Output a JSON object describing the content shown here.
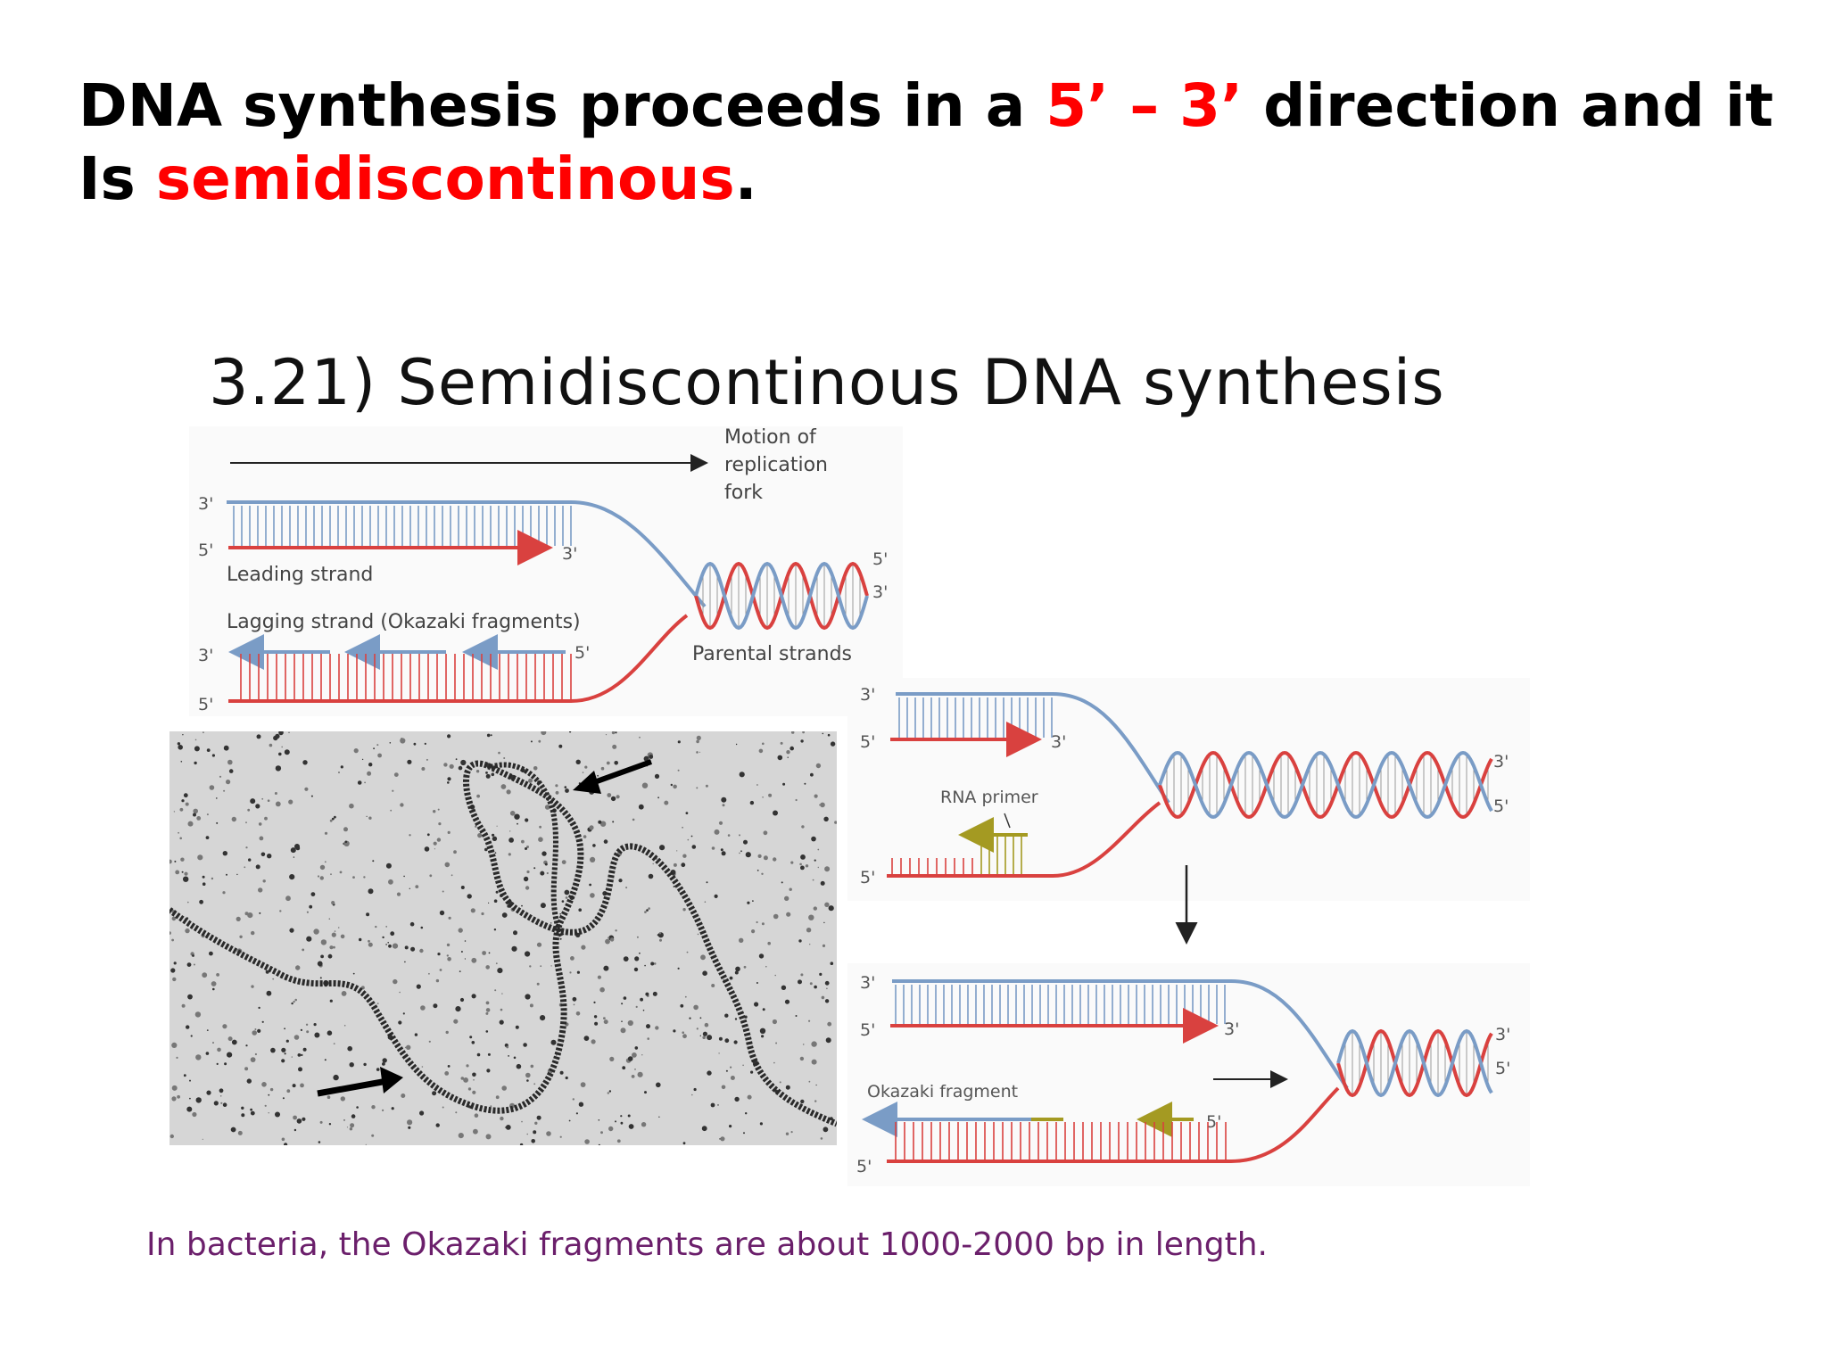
{
  "slide": {
    "heading": {
      "part1": "DNA synthesis proceeds in a ",
      "highlight1": "5’ – 3’",
      "part2": " direction and it",
      "part3": "Is ",
      "highlight2": "semidiscontinous",
      "part4": "."
    },
    "figure_title": "3.21) Semidiscontinous DNA synthesis",
    "caption": "In bacteria, the Okazaki fragments are about 1000-2000 bp in length.",
    "panel_a": {
      "motion_line1": "Motion of",
      "motion_line2": "replication",
      "motion_line3": "fork",
      "leading_strand": "Leading strand",
      "lagging_strand": "Lagging strand (Okazaki fragments)",
      "parental_strands": "Parental strands",
      "end_3": "3'",
      "end_5": "5'"
    },
    "panel_b": {
      "rna_primer": "RNA primer",
      "okazaki_fragment": "Okazaki fragment",
      "end_3": "3'",
      "end_5": "5'"
    },
    "colors": {
      "accent_red": "#ff0000",
      "caption_purple": "#6b1f6b",
      "strand_red": "#d9413f",
      "strand_blue": "#7a9cc6",
      "primer_olive": "#a49a22"
    }
  }
}
